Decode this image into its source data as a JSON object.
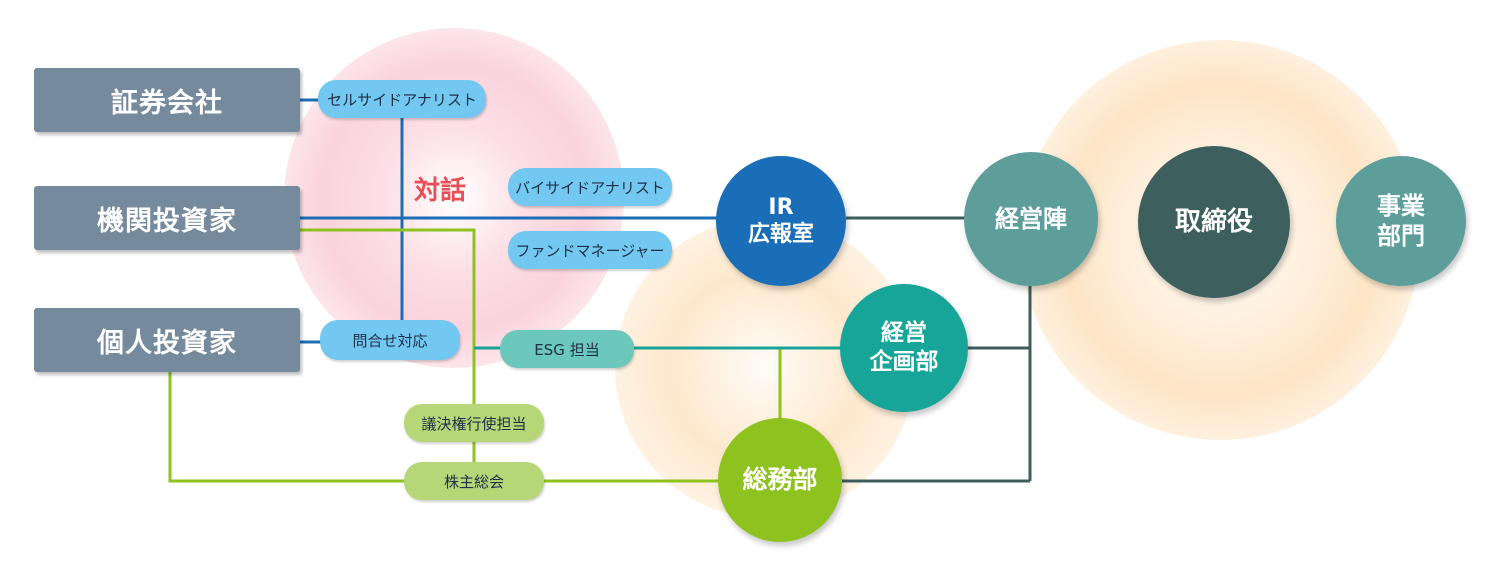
{
  "left_boxes": {
    "securities": "証券会社",
    "institutional": "機関投資家",
    "individual": "個人投資家"
  },
  "pills": {
    "sell_side": "セルサイドアナリスト",
    "buy_side": "バイサイドアナリスト",
    "fund_manager": "ファンドマネージャー",
    "inquiry": "問合せ対応",
    "esg": "ESG 担当",
    "voting": "議決権行使担当",
    "agm": "株主総会"
  },
  "dialogue_label": "対話",
  "circles": {
    "ir_line1": "IR",
    "ir_line2": "広報室",
    "management": "経営陣",
    "board": "取締役",
    "business_line1": "事業",
    "business_line2": "部門",
    "planning_line1": "経営",
    "planning_line2": "企画部",
    "general_affairs": "総務部"
  },
  "colors": {
    "box": "#768a9e",
    "blue_line": "#1d6db5",
    "dark_line": "#3f5c5c",
    "teal_line": "#1aa39a",
    "green_line": "#8dc21f",
    "ir_circle": "#1a6db7",
    "management_circle": "#5d9e9b",
    "board_circle": "#3d5f5e",
    "business_circle": "#5d9e9b",
    "planning_circle": "#17a499",
    "general_affairs_circle": "#8dc21f"
  }
}
